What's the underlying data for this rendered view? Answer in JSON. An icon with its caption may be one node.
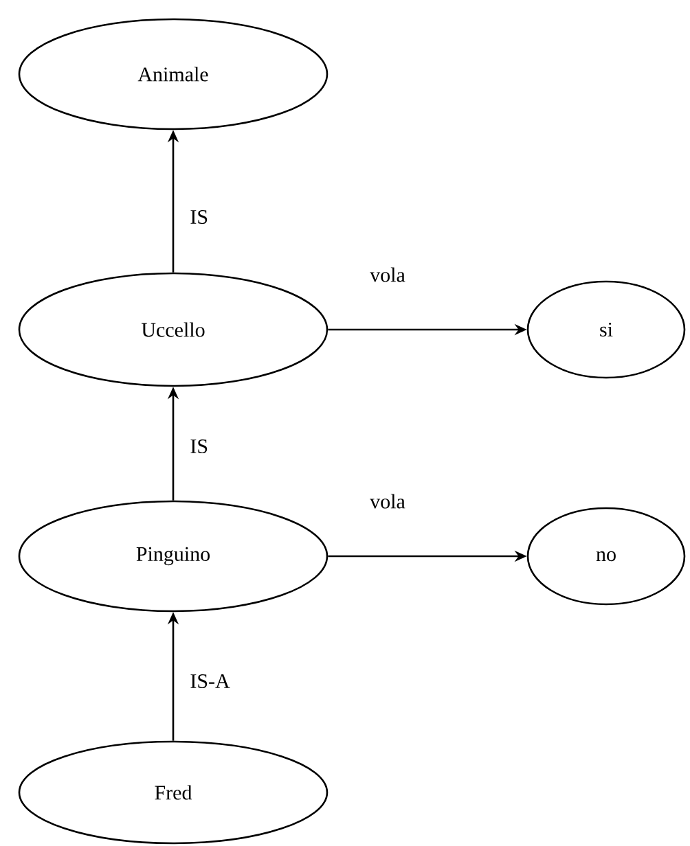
{
  "diagram": {
    "nodes": [
      {
        "text": [
          "Animale"
        ]
      },
      {
        "text": [
          "Uccello"
        ]
      },
      {
        "text": [
          "si"
        ]
      },
      {
        "text": [
          "Pinguino"
        ]
      },
      {
        "text": [
          "no"
        ]
      },
      {
        "text": [
          "Fred"
        ]
      }
    ],
    "edges": [
      {
        "from": 1,
        "to": 0,
        "arrow": "to",
        "label": "IS"
      },
      {
        "from": 1,
        "to": 2,
        "arrow": "to",
        "label": "vola"
      },
      {
        "from": 3,
        "to": 1,
        "arrow": "to",
        "label": "IS"
      },
      {
        "from": 3,
        "to": 4,
        "arrow": "to",
        "label": "vola"
      },
      {
        "from": 5,
        "to": 3,
        "arrow": "to",
        "label": "IS-A"
      }
    ]
  }
}
